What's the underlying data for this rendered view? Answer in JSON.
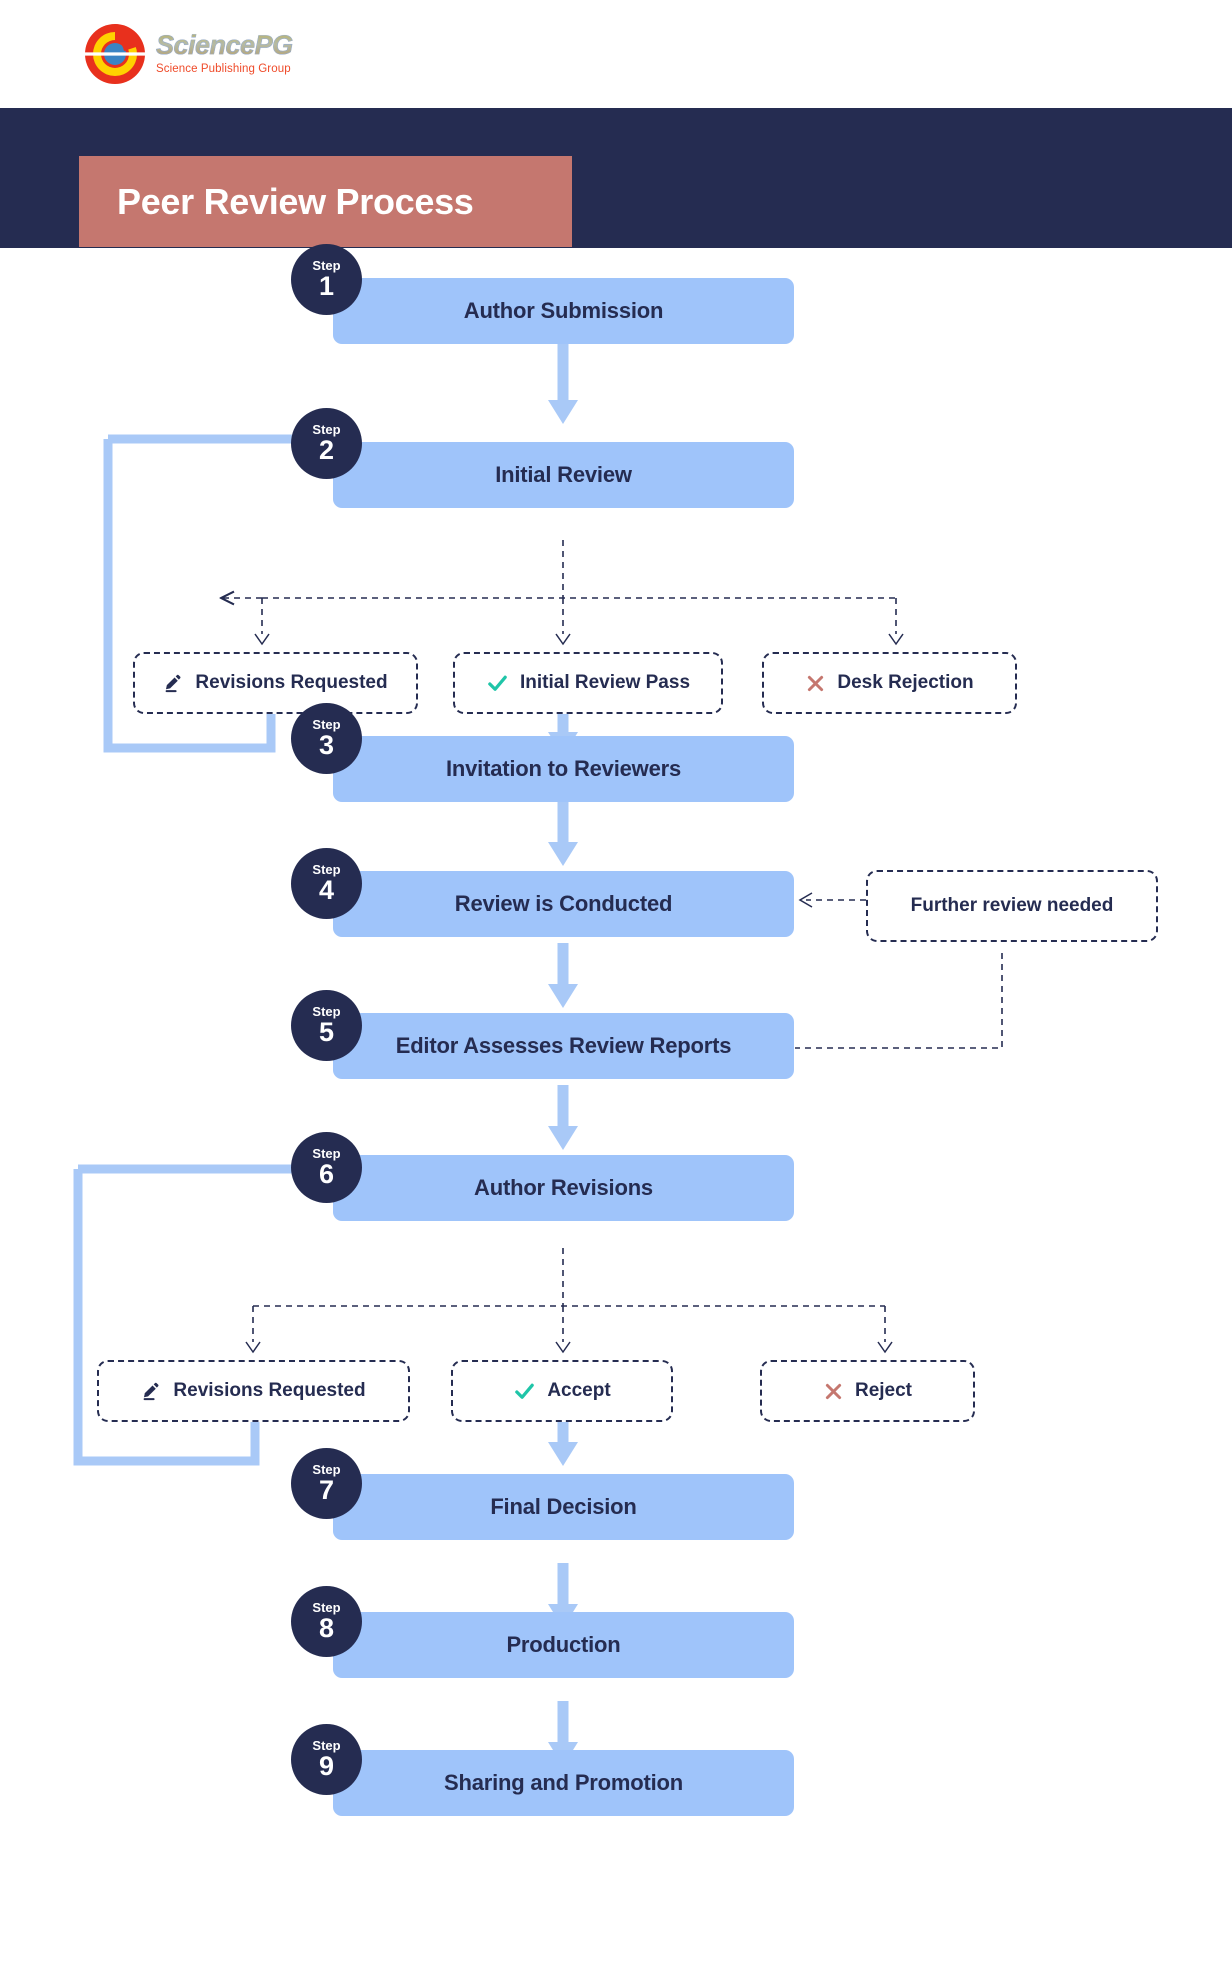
{
  "brand": {
    "name": "SciencePG",
    "tagline": "Science Publishing Group",
    "logo_icon": "sciencepg-circle-logo",
    "colors": {
      "title_gold": "#ffd200",
      "tagline_red": "#ef4b2a",
      "mark_red": "#e8301d",
      "mark_yellow": "#ffd200",
      "mark_blue": "#3a84c4"
    }
  },
  "header": {
    "title": "Peer Review Process",
    "band_color": "#252c51",
    "plate_color": "#c5776f",
    "title_color": "#ffffff"
  },
  "theme": {
    "navy": "#252c51",
    "box_blue": "#9fc4fa",
    "arrow_blue": "#a9c9f7",
    "teal": "#1fc5a8",
    "salmon": "#c5776f",
    "background": "#ffffff"
  },
  "flow": {
    "badge_word": "Step",
    "steps": [
      {
        "num": "1",
        "label": "Author Submission"
      },
      {
        "num": "2",
        "label": "Initial Review"
      },
      {
        "num": "3",
        "label": "Invitation to Reviewers"
      },
      {
        "num": "4",
        "label": "Review is Conducted"
      },
      {
        "num": "5",
        "label": "Editor Assesses Review Reports"
      },
      {
        "num": "6",
        "label": "Author Revisions"
      },
      {
        "num": "7",
        "label": "Final Decision"
      },
      {
        "num": "8",
        "label": "Production"
      },
      {
        "num": "9",
        "label": "Sharing and Promotion"
      }
    ],
    "outcomes_initial": [
      {
        "label": "Revisions Requested",
        "icon": "pencil-icon"
      },
      {
        "label": "Initial Review Pass",
        "icon": "check-icon"
      },
      {
        "label": "Desk Rejection",
        "icon": "cross-icon"
      }
    ],
    "outcomes_final": [
      {
        "label": "Revisions Requested",
        "icon": "pencil-icon"
      },
      {
        "label": "Accept",
        "icon": "check-icon"
      },
      {
        "label": "Reject",
        "icon": "cross-icon"
      }
    ],
    "side_note": {
      "label": "Further review needed"
    }
  }
}
